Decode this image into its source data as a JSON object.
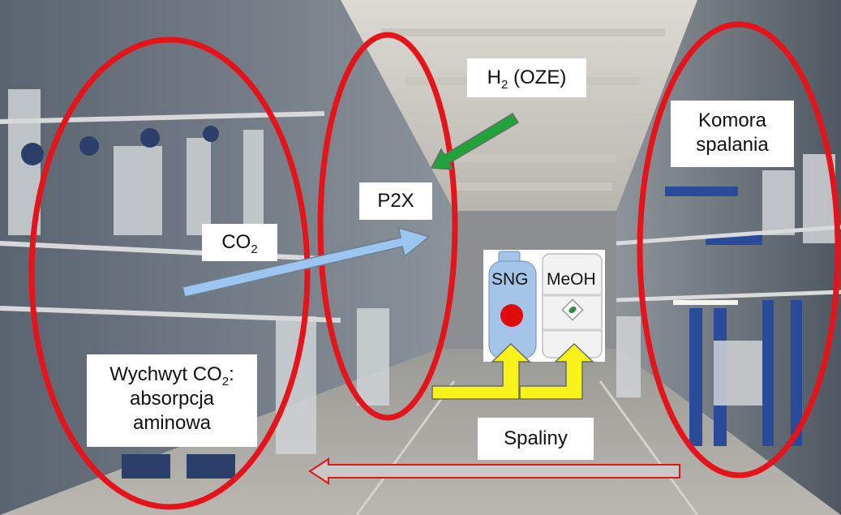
{
  "labels": {
    "h2": {
      "text": "H",
      "sub": "2",
      "suffix": " (OZE)"
    },
    "p2x": "P2X",
    "co2": {
      "text": "CO",
      "sub": "2"
    },
    "komora_line1": "Komora",
    "komora_line2": "spalania",
    "wychwyt": {
      "line1_text": "Wychwyt CO",
      "line1_sub": "2",
      "line1_suffix": ":",
      "line2": "absorpcja",
      "line3": "aminowa"
    },
    "spaliny": "Spaliny",
    "sng": "SNG",
    "meoh": "MeOH"
  },
  "colors": {
    "ellipse": "#e5141b",
    "h2_arrow": "#1fa33a",
    "co2_arrow": "#9cc6ef",
    "product_arrows": "#f7f21a",
    "flue_arrow": "#c9c9c9",
    "sng_tank": "#a4c4e8",
    "meoh_barrel": "#f2f2f2"
  },
  "icons": [
    "gas-cylinder-icon",
    "barrel-icon"
  ]
}
